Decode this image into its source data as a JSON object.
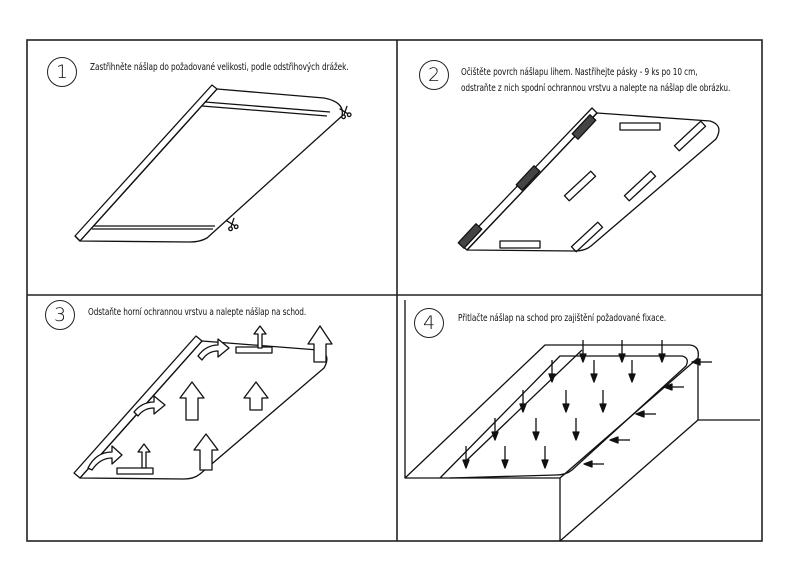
{
  "steps": [
    {
      "number": "1",
      "text": "Zastřihněte nášlap do požadované velikosti, podle odstřihových drážek."
    },
    {
      "number": "2",
      "line1": "Očištěte povrch nášlapu lihem. Nastřihejte pásky - 9 ks po 10 cm,",
      "line2": "odstraňte z nich spodní ochrannou vrstvu a nalepte na nášlap dle obrázku."
    },
    {
      "number": "3",
      "text": "Odstaňte horní ochrannou vrstvu a nalepte nášlap na schod."
    },
    {
      "number": "4",
      "text": "Přitlačte nášlap na schod pro zajištění požadované fixace."
    }
  ],
  "icons": [
    "scissors-icon",
    "arrow-icon"
  ]
}
